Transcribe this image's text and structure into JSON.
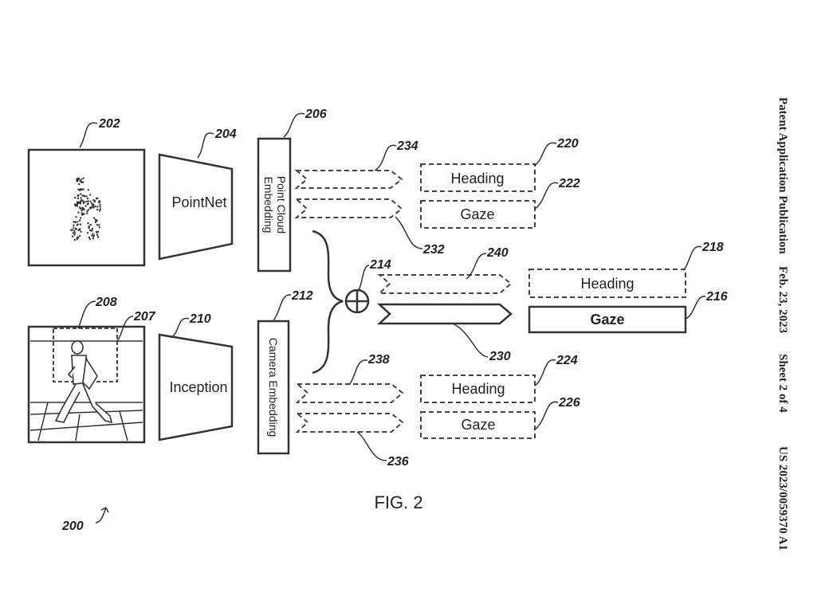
{
  "header": {
    "publication": "Patent Application Publication",
    "date": "Feb. 23, 2023",
    "sheet": "Sheet 2 of 4",
    "number": "US 2023/0059370 A1"
  },
  "figure_label": "FIG. 2",
  "blocks": {
    "pointnet": "PointNet",
    "inception": "Inception",
    "point_cloud_embedding": [
      "Point Cloud",
      "Embedding"
    ],
    "camera_embedding": "Camera Embedding"
  },
  "outputs": {
    "heading_220": "Heading",
    "gaze_222": "Gaze",
    "heading_218": "Heading",
    "gaze_216": "Gaze",
    "heading_224": "Heading",
    "gaze_226": "Gaze"
  },
  "refs": {
    "r200": "200",
    "r202": "202",
    "r204": "204",
    "r206": "206",
    "r207": "207",
    "r208": "208",
    "r210": "210",
    "r212": "212",
    "r214": "214",
    "r216": "216",
    "r218": "218",
    "r220": "220",
    "r222": "222",
    "r224": "224",
    "r226": "226",
    "r230": "230",
    "r232": "232",
    "r234": "234",
    "r236": "236",
    "r238": "238",
    "r240": "240"
  }
}
